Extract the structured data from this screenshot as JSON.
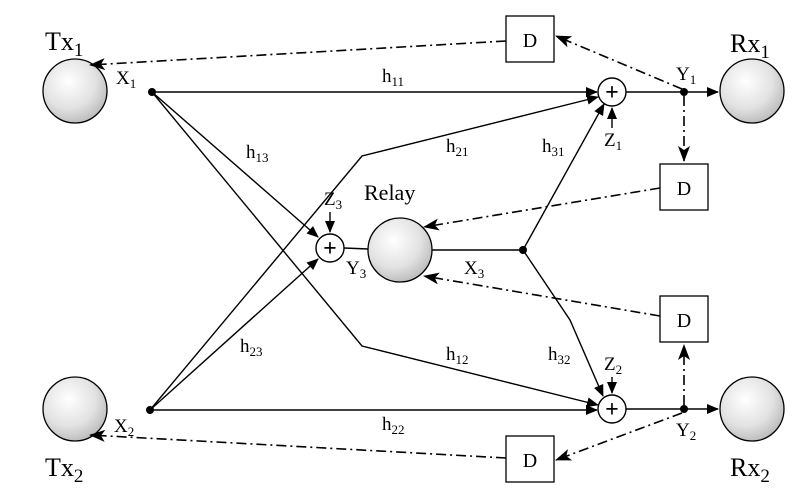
{
  "nodes": {
    "tx1": {
      "label": "Tx",
      "sub": "1"
    },
    "tx2": {
      "label": "Tx",
      "sub": "2"
    },
    "rx1": {
      "label": "Rx",
      "sub": "1"
    },
    "rx2": {
      "label": "Rx",
      "sub": "2"
    },
    "relay": {
      "label": "Relay"
    }
  },
  "signals": {
    "x1": {
      "label": "X",
      "sub": "1"
    },
    "x2": {
      "label": "X",
      "sub": "2"
    },
    "x3": {
      "label": "X",
      "sub": "3"
    },
    "y1": {
      "label": "Y",
      "sub": "1"
    },
    "y2": {
      "label": "Y",
      "sub": "2"
    },
    "y3": {
      "label": "Y",
      "sub": "3"
    },
    "z1": {
      "label": "Z",
      "sub": "1"
    },
    "z2": {
      "label": "Z",
      "sub": "2"
    },
    "z3": {
      "label": "Z",
      "sub": "3"
    }
  },
  "channels": {
    "h11": {
      "label": "h",
      "sub": "11"
    },
    "h12": {
      "label": "h",
      "sub": "12"
    },
    "h13": {
      "label": "h",
      "sub": "13"
    },
    "h21": {
      "label": "h",
      "sub": "21"
    },
    "h22": {
      "label": "h",
      "sub": "22"
    },
    "h23": {
      "label": "h",
      "sub": "23"
    },
    "h31": {
      "label": "h",
      "sub": "31"
    },
    "h32": {
      "label": "h",
      "sub": "32"
    }
  },
  "adder_symbol": "+",
  "delay_label": "D"
}
